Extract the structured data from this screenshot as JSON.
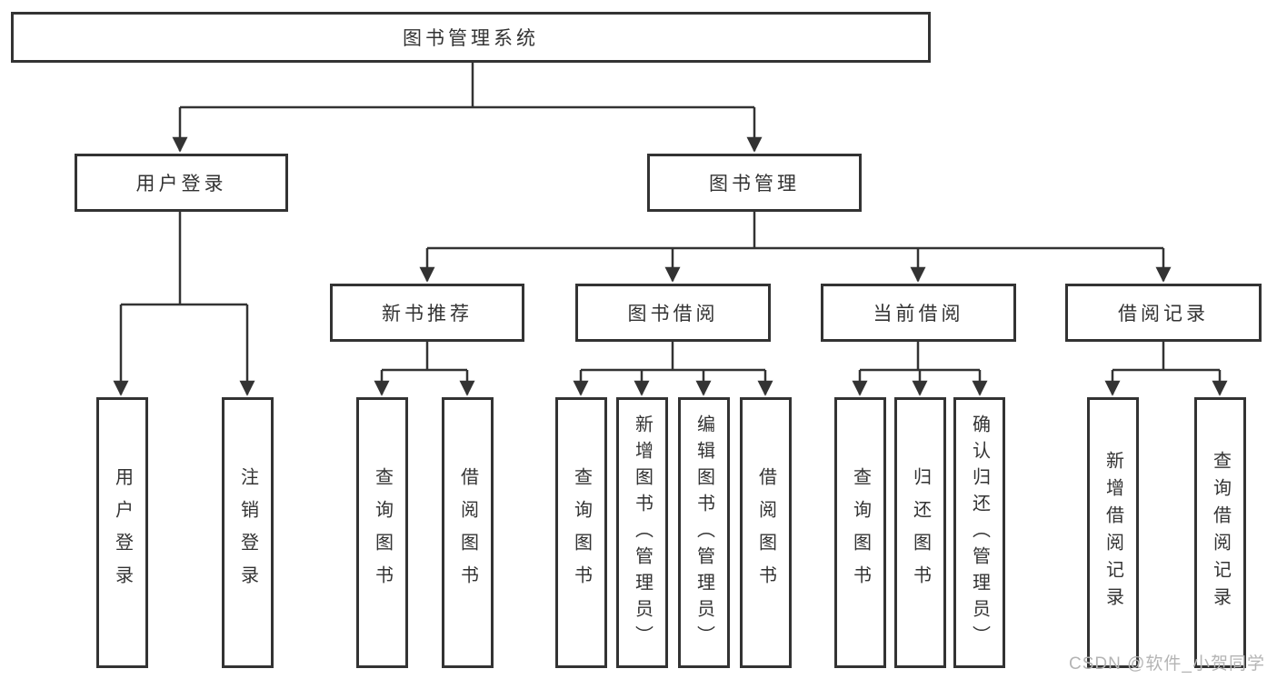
{
  "tree": {
    "root": "图书管理系统",
    "branches": [
      {
        "label": "用户登录",
        "children": [
          "用户登录",
          "注销登录"
        ]
      },
      {
        "label": "图书管理",
        "children": [
          {
            "label": "新书推荐",
            "children": [
              "查询图书",
              "借阅图书"
            ]
          },
          {
            "label": "图书借阅",
            "children": [
              "查询图书",
              "新增图书（管理员）",
              "编辑图书（管理员）",
              "借阅图书"
            ]
          },
          {
            "label": "当前借阅",
            "children": [
              "查询图书",
              "归还图书",
              "确认归还（管理员）"
            ]
          },
          {
            "label": "借阅记录",
            "children": [
              "新增借阅记录",
              "查询借阅记录"
            ]
          }
        ]
      }
    ]
  },
  "watermark": "CSDN @软件_小贺同学",
  "colors": {
    "line": "#333333",
    "box_border": "#333333",
    "text": "#333333",
    "watermark": "#b4b4b4",
    "background": "#ffffff"
  }
}
